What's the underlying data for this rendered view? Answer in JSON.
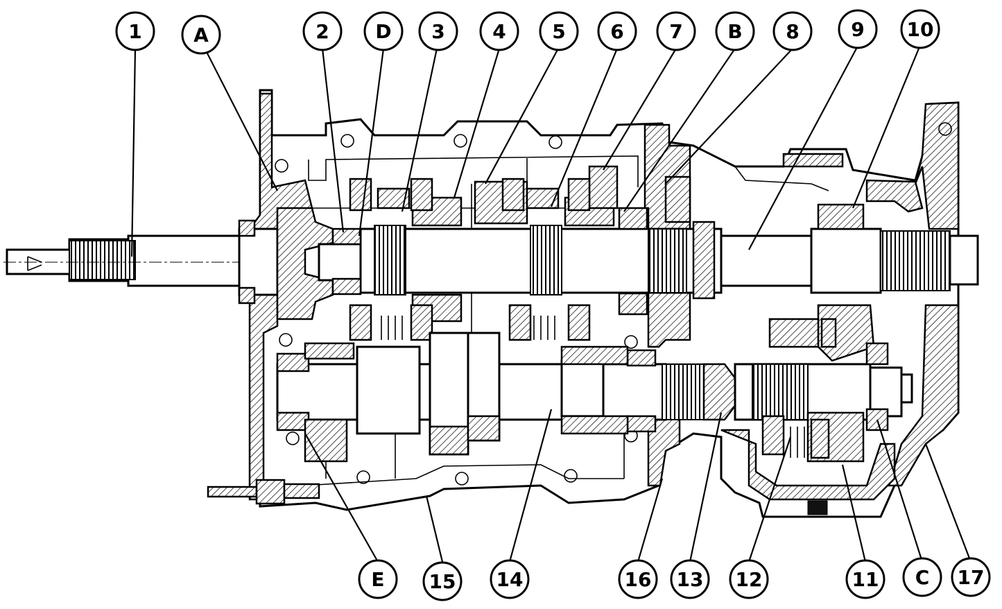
{
  "callouts_top": [
    {
      "id": "c1",
      "label": "1"
    },
    {
      "id": "cA",
      "label": "A"
    },
    {
      "id": "c2",
      "label": "2"
    },
    {
      "id": "cD",
      "label": "D"
    },
    {
      "id": "c3",
      "label": "3"
    },
    {
      "id": "c4",
      "label": "4"
    },
    {
      "id": "c5",
      "label": "5"
    },
    {
      "id": "c6",
      "label": "6"
    },
    {
      "id": "c7",
      "label": "7"
    },
    {
      "id": "cB",
      "label": "B"
    },
    {
      "id": "c8",
      "label": "8"
    },
    {
      "id": "c9",
      "label": "9"
    },
    {
      "id": "c10",
      "label": "10"
    }
  ],
  "callouts_bottom": [
    {
      "id": "cE",
      "label": "E"
    },
    {
      "id": "c15",
      "label": "15"
    },
    {
      "id": "c14",
      "label": "14"
    },
    {
      "id": "c16",
      "label": "16"
    },
    {
      "id": "c13",
      "label": "13"
    },
    {
      "id": "c12",
      "label": "12"
    },
    {
      "id": "c11",
      "label": "11"
    },
    {
      "id": "cC",
      "label": "C"
    },
    {
      "id": "c17",
      "label": "17"
    }
  ]
}
